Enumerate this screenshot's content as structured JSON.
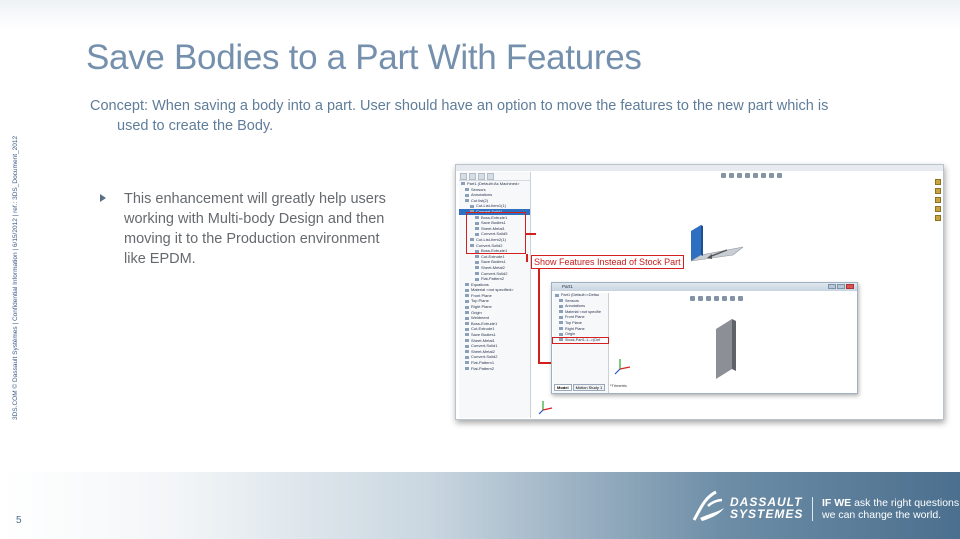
{
  "slide": {
    "title": "Save Bodies to a Part With Features",
    "concept_line1": "Concept: When saving a body into a part. User should have an option to move the features to the new part which is",
    "concept_line2": "used to create the Body.",
    "bullet": "This enhancement will greatly help users working with Multi-body Design and then moving it to the Production environment like EPDM.",
    "side_note": "3DS.COM © Dassault Systèmes | Confidential Information | 6/15/2012 | ref.: 3DS_Document_2012",
    "page_number": "5"
  },
  "screenshot": {
    "callout": "Show Features Instead of Stock Part",
    "tree_items": [
      "Part1 (Default<As Machined>",
      "Sensors",
      "Annotations",
      "Cut list(2)",
      "Cut-List-Item1(1)",
      "Convert-Solid1",
      "Boss-Extrude1",
      "Save Bodies1",
      "Sheet-Metal1",
      "Convert-Solid5",
      "Cut-List-Item2(1)",
      "Convert-Solid2",
      "Boss-Extrude1",
      "Cut-Extrude1",
      "Save Bodies1",
      "Sheet-Metal2",
      "Convert-Solid2",
      "Flat-Pattern2",
      "Equations",
      "Material <not specified>",
      "Front Plane",
      "Top Plane",
      "Right Plane",
      "Origin",
      "Weldment",
      "Boss-Extrude1",
      "Cut-Extrude1",
      "Save Bodies1",
      "Sheet-Metal1",
      "Convert-Solid1",
      "Sheet-Metal2",
      "Convert-Solid2",
      "Flat-Pattern1",
      "Flat-Pattern2"
    ],
    "child_window": {
      "title": "Part1",
      "tree_items": [
        "Part1 (Default<<Defau",
        "Sensors",
        "Annotations",
        "Material <not specifie",
        "Front Plane",
        "Top Plane",
        "Right Plane",
        "Origin",
        "Stock-Part1-1-->(Def"
      ],
      "view_label": "*Trimetric",
      "tabs": [
        "Model",
        "Motion Study 1"
      ]
    }
  },
  "footer": {
    "brand_line1": "DASSAULT",
    "brand_line2": "SYSTEMES",
    "slogan_bold": "IF WE",
    "slogan_line1_rest": " ask the right questions",
    "slogan_line2": "we can change the world."
  }
}
